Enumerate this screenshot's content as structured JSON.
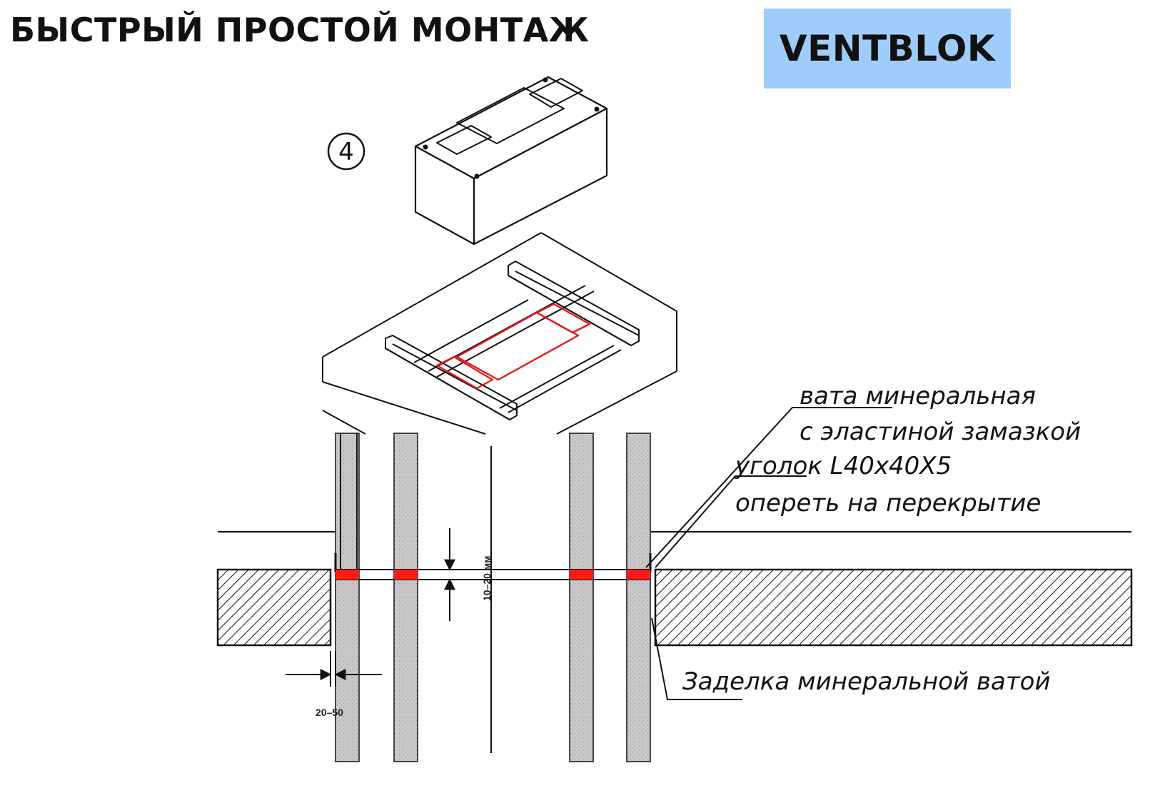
{
  "header": {
    "title": "БЫСТРЫЙ ПРОСТОЙ МОНТАЖ",
    "brand": "VENTBLOK"
  },
  "diagram": {
    "step_number": "4",
    "callouts": {
      "wool_line1": "вата минеральная",
      "wool_line2": "с эластиной замазкой",
      "angle_line1": "уголок L40x40X5",
      "angle_line2": "опереть на перекрытие",
      "sealing": "Заделка минеральной ватой"
    },
    "dimensions": {
      "gap": "20–50",
      "vertical_gap": "10–20 мм"
    },
    "colors": {
      "seal": "#ff1a1a",
      "block_fill": "#c7c7c7",
      "brand_bg": "#9fcdfb"
    }
  }
}
